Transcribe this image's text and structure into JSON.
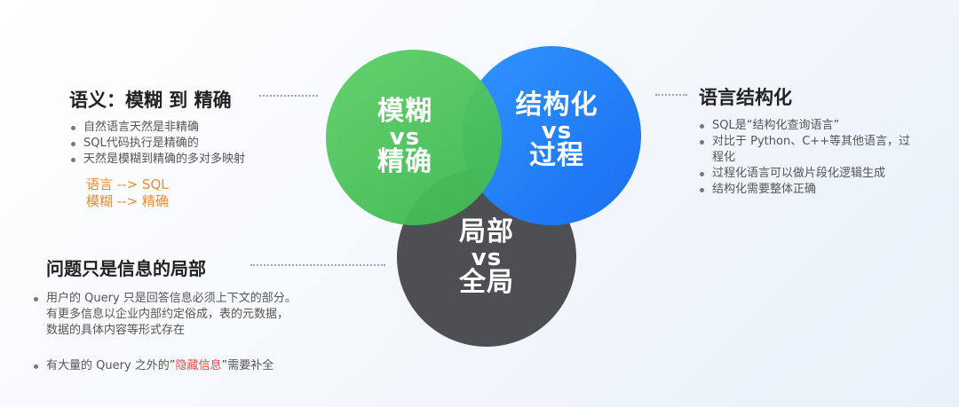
{
  "circles": {
    "left": {
      "top": "模糊",
      "mid": "vs",
      "bottom": "精确"
    },
    "right": {
      "top": "结构化",
      "mid": "vs",
      "bottom": "过程"
    },
    "bottom": {
      "top": "局部",
      "mid": "vs",
      "bottom": "全局"
    }
  },
  "left_top": {
    "title": "语义：模糊 到 精确",
    "bullets": [
      "自然语言天然是非精确",
      "SQL代码执行是精确的",
      "天然是模糊到精确的多对多映射"
    ],
    "mappings": [
      "语言 --> SQL",
      "模糊 --> 精确"
    ]
  },
  "left_bottom": {
    "title": "问题只是信息的局部",
    "bullet1": "用户的 Query 只是回答信息必须上下文的部分。有更多信息以企业内部约定俗成，表的元数据，数据的具体内容等形式存在",
    "bullet2_pre": "有大量的 Query 之外的”",
    "bullet2_highlight": "隐藏信息",
    "bullet2_post": "”需要补全"
  },
  "right": {
    "title": "语言结构化",
    "bullets": [
      "SQL是“结构化查询语言”",
      "对比于 Python、C++等其他语言，过程化",
      "过程化语言可以做片段化逻辑生成",
      "结构化需要整体正确"
    ]
  },
  "colors": {
    "green": "#4cc35c",
    "blue": "#1f7cf5",
    "gray": "#4d4f52",
    "orange": "#f08a2a",
    "red": "#e84b4b"
  }
}
